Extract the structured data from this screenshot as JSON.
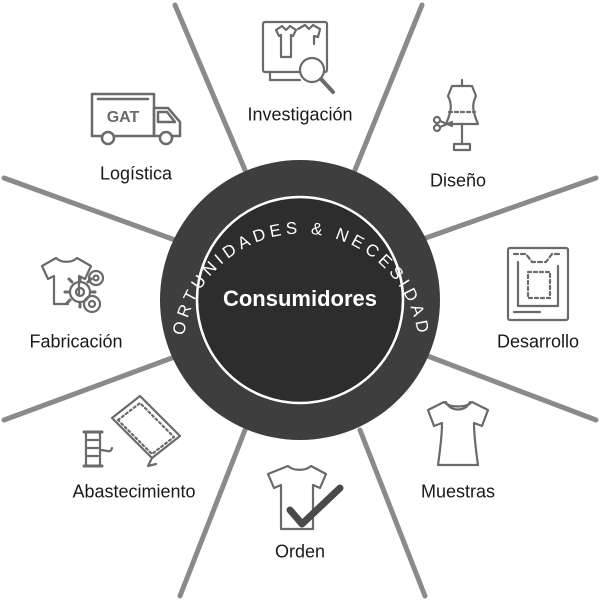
{
  "center": {
    "title": "Consumidores",
    "ring_text": "OPORTUNIDADES & NECESIDADES"
  },
  "colors": {
    "ring": "#3e3e3e",
    "inner": "#2e2e2e",
    "spoke": "#8a8a8a",
    "icon": "#6a6a6a",
    "text": "#1a1a1a"
  },
  "stages": [
    {
      "label": "Investigación",
      "icon": "dress-magnifier-icon"
    },
    {
      "label": "Diseño",
      "icon": "dress-form-icon"
    },
    {
      "label": "Desarrollo",
      "icon": "pattern-sheet-icon"
    },
    {
      "label": "Muestras",
      "icon": "tshirt-icon"
    },
    {
      "label": "Orden",
      "icon": "tshirt-checkmark-icon"
    },
    {
      "label": "Abastecimiento",
      "icon": "fabric-thread-icon"
    },
    {
      "label": "Fabricación",
      "icon": "tshirt-gears-icon"
    },
    {
      "label": "Logística",
      "icon": "delivery-truck-icon"
    }
  ],
  "truck_text": "GAT"
}
